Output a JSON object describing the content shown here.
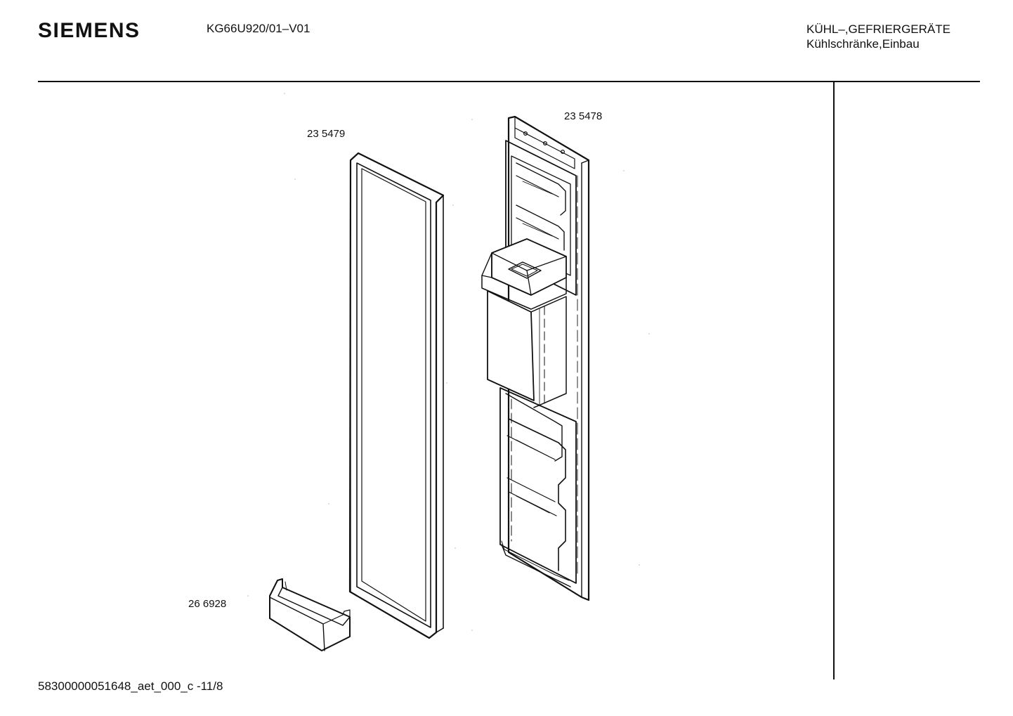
{
  "header": {
    "brand": "SIEMENS",
    "model": "KG66U920/01–V01",
    "category_line1": "KÜHL–,GEFRIERGERÄTE",
    "category_line2": "Kühlschränke,Einbau"
  },
  "parts": [
    {
      "id": "gasket",
      "number": "23 5479"
    },
    {
      "id": "door-liner",
      "number": "23 5478"
    },
    {
      "id": "door-shelf",
      "number": "26 6928"
    }
  ],
  "footer": {
    "document_code": "58300000051648_aet_000_c  -11/8"
  },
  "colors": {
    "ink": "#111111",
    "background": "#ffffff"
  }
}
